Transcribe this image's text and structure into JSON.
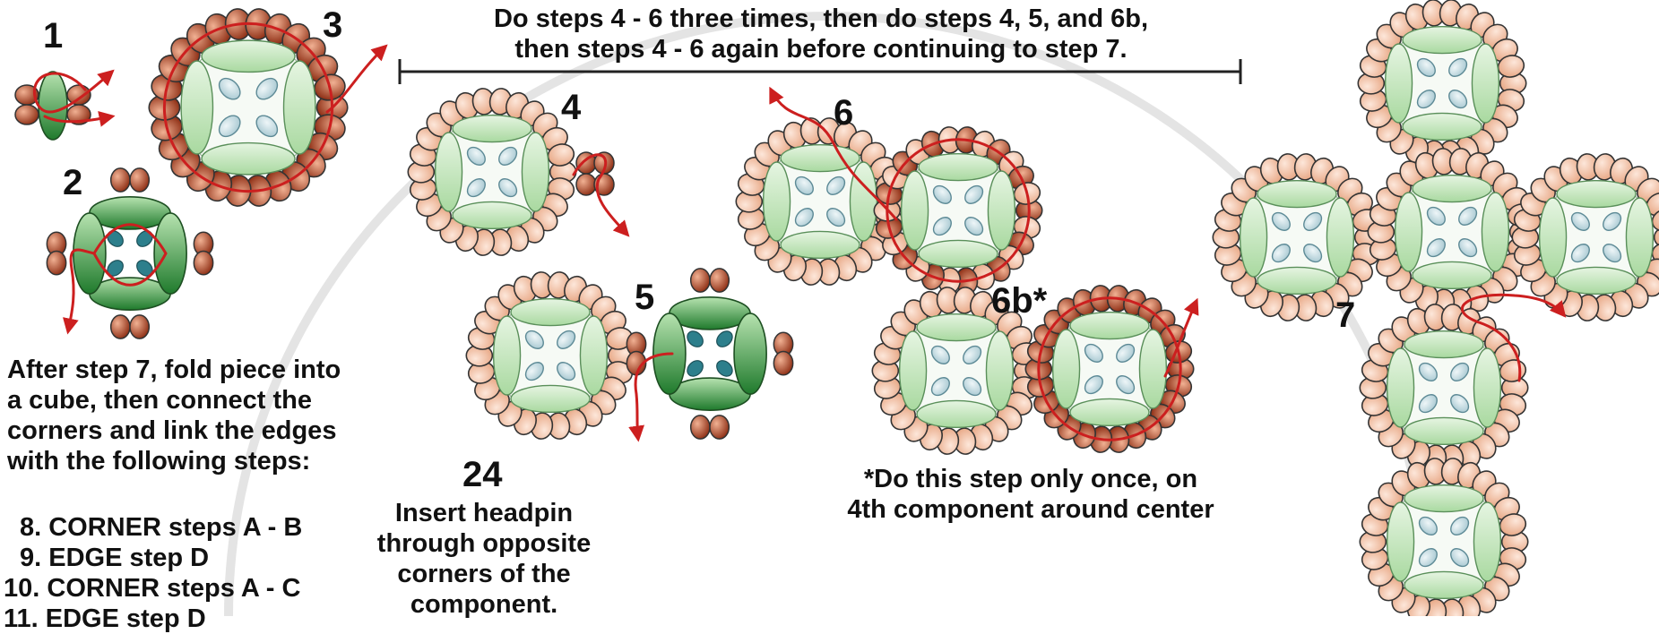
{
  "header": {
    "line1": "Do steps 4 - 6 three times, then do steps 4, 5, and 6b,",
    "line2": "then steps 4 - 6 again before continuing to step 7."
  },
  "step_labels": {
    "s1": "1",
    "s2": "2",
    "s3": "3",
    "s4": "4",
    "s5": "5",
    "s6": "6",
    "s6b": "6b*",
    "s7": "7",
    "s24": "24"
  },
  "fold_note": {
    "lines": [
      "After step 7, fold piece into",
      "a cube, then connect the",
      "corners and link the edges",
      "with the following steps:"
    ]
  },
  "steps_list": [
    "8. CORNER steps A - B",
    "9. EDGE step D",
    "10. CORNER steps A - C",
    "11. EDGE step D"
  ],
  "headpin_note": {
    "lines": [
      "Insert headpin",
      "through opposite",
      "corners of the",
      "component."
    ]
  },
  "once_note": {
    "lines": [
      "*Do this step only once, on",
      "4th component around center"
    ]
  },
  "colors": {
    "bead_peach": "#f2c3a8",
    "bead_dark": "#b5502e",
    "leaf_green": "#c8e6c2",
    "leaf_dark_green": "#2f8a3a",
    "teardrop_blue": "#c7dde3",
    "thread_red": "#cc1f1f",
    "outline": "#333333"
  }
}
